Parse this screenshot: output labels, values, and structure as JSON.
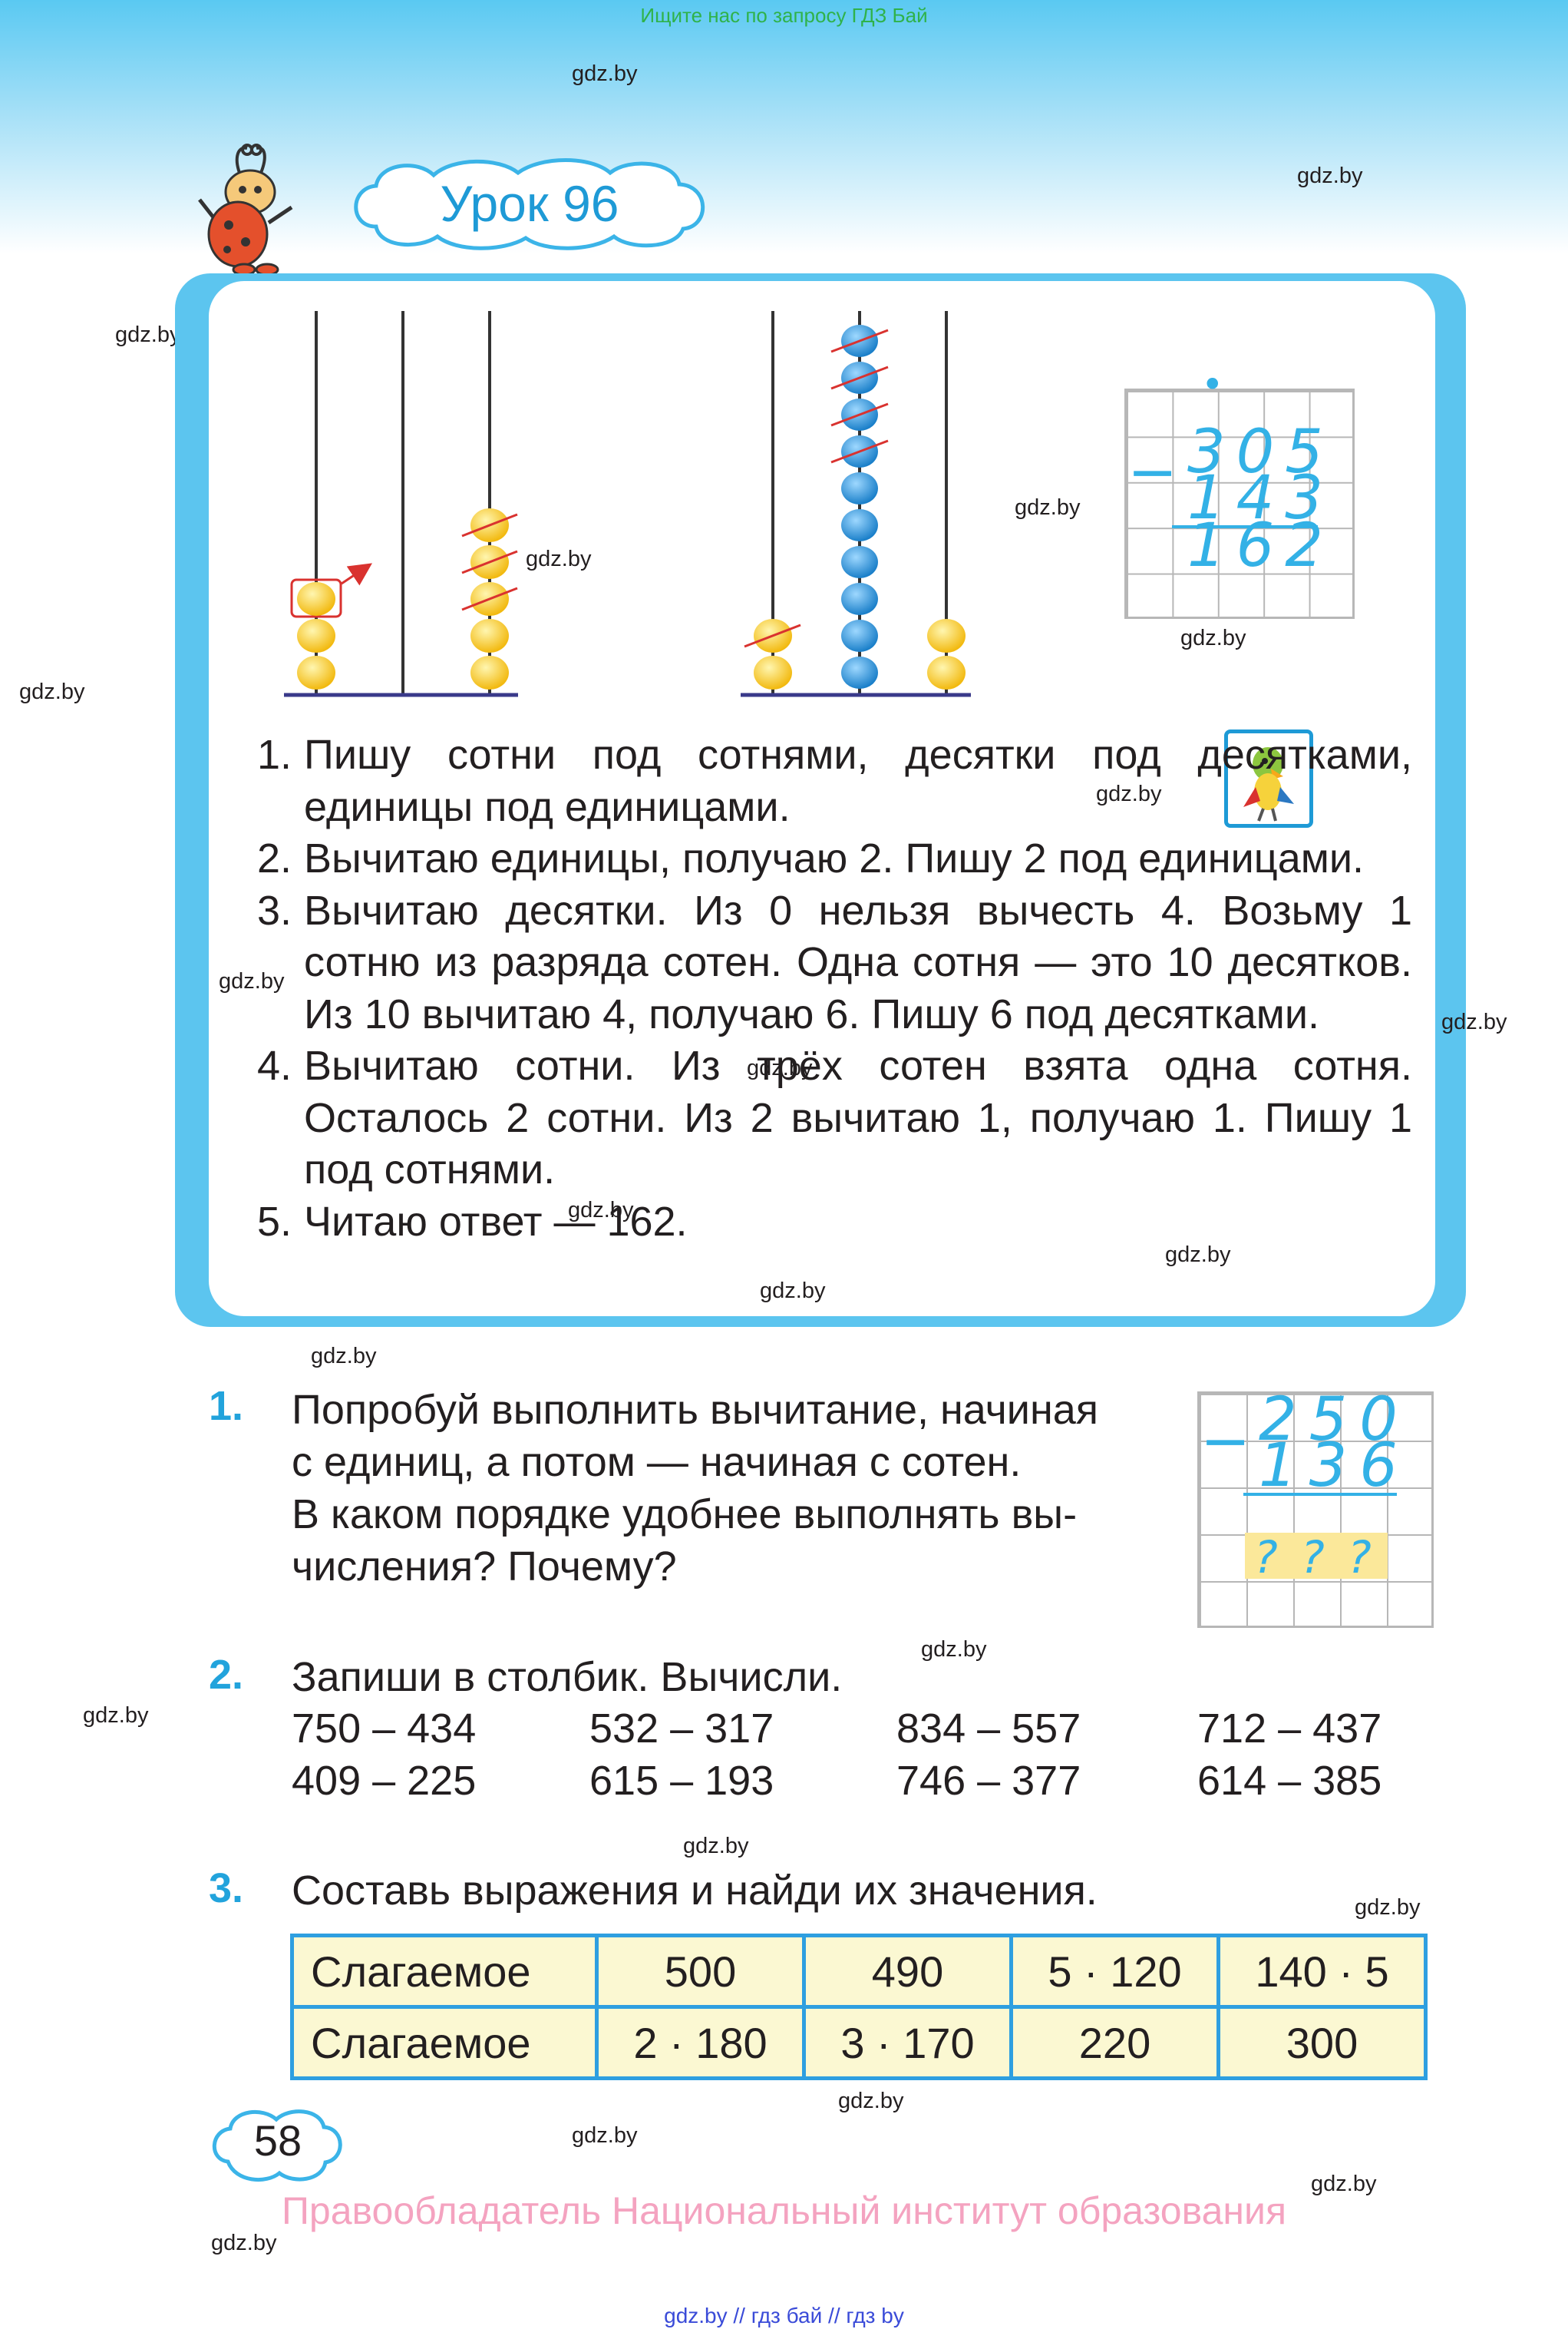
{
  "banner": "Ищите нас по запросу ГДЗ Бай",
  "watermark": "gdz.by",
  "lesson_title": "Урок 96",
  "abacus": {
    "left_rods": {
      "hundreds_beads": 3,
      "tens_beads": 0,
      "ones_beads": 5,
      "moved_beads": 1,
      "crossed_out": 3
    },
    "right_rods": {
      "hundreds_beads": 2,
      "tens_beads": 10,
      "ones_beads": 2,
      "crossed_out_hundreds": 1,
      "crossed_out_tens": 4
    }
  },
  "example_calc": {
    "minus": "−",
    "dot": "•",
    "top": "305",
    "bottom": "143",
    "result": "162"
  },
  "steps": [
    {
      "num": "1.",
      "text": "Пишу сотни под сотнями, десятки под десятками, единицы под единицами."
    },
    {
      "num": "2.",
      "text": "Вычитаю единицы, получаю 2. Пишу 2 под единицами."
    },
    {
      "num": "3.",
      "text": "Вычитаю десятки. Из 0 нельзя вычесть 4. Возьму 1 сотню из разряда сотен. Одна сотня — это 10 десятков. Из 10 вычитаю 4, получаю 6. Пишу 6 под десятками."
    },
    {
      "num": "4.",
      "text": "Вычитаю сотни. Из трёх сотен взята одна сотня. Осталось 2 сотни. Из 2 вычитаю 1, получаю 1. Пишу 1 под сотнями."
    },
    {
      "num": "5.",
      "text": "Читаю ответ — 162."
    }
  ],
  "task1": {
    "num": "1.",
    "lines": [
      "Попробуй выполнить вычитание, начиная",
      "с единиц, а потом — начиная с сотен.",
      "В каком порядке удобнее выполнять вы-",
      "числения? Почему?"
    ],
    "calc": {
      "minus": "−",
      "top": "250",
      "bottom": "136",
      "unknowns": [
        "?",
        "?",
        "?"
      ]
    }
  },
  "task2": {
    "num": "2.",
    "text": "Запиши в столбик. Вычисли.",
    "rows": [
      [
        "750 – 434",
        "532 – 317",
        "834 – 557",
        "712 – 437"
      ],
      [
        "409 – 225",
        "615 – 193",
        "746 – 377",
        "614 – 385"
      ]
    ]
  },
  "task3": {
    "num": "3.",
    "text": "Составь выражения и найди их значения.",
    "table": [
      {
        "label": "Слагаемое",
        "cells": [
          "500",
          "490",
          "5 · 120",
          "140 · 5"
        ]
      },
      {
        "label": "Слагаемое",
        "cells": [
          "2 · 180",
          "3 · 170",
          "220",
          "300"
        ]
      }
    ]
  },
  "page_number": "58",
  "copyright": "Правообладатель Национальный институт образования",
  "footer": "gdz.by  //  гдз бай  //  гдз by",
  "colors": {
    "accent_blue": "#22a3dc",
    "frame": "#5cc5ef",
    "bead_yellow": "#f7c81d",
    "bead_blue": "#1f95d8",
    "copyright_pink": "#f4a3c0"
  }
}
